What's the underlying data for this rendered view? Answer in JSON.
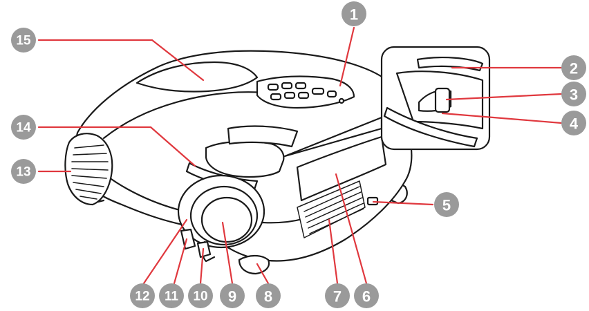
{
  "colors": {
    "callout_line": "#e0383e",
    "badge_fill": "#9a9a9a",
    "badge_text": "#ffffff",
    "outline": "#1a1a1a",
    "body_fill": "#ffffff",
    "accent_red": "#e0383e"
  },
  "callouts": [
    {
      "id": 1,
      "label": "1"
    },
    {
      "id": 2,
      "label": "2"
    },
    {
      "id": 3,
      "label": "3"
    },
    {
      "id": 4,
      "label": "4"
    },
    {
      "id": 5,
      "label": "5"
    },
    {
      "id": 6,
      "label": "6"
    },
    {
      "id": 7,
      "label": "7"
    },
    {
      "id": 8,
      "label": "8"
    },
    {
      "id": 9,
      "label": "9"
    },
    {
      "id": 10,
      "label": "10"
    },
    {
      "id": 11,
      "label": "11"
    },
    {
      "id": 12,
      "label": "12"
    },
    {
      "id": 13,
      "label": "13"
    },
    {
      "id": 14,
      "label": "14"
    },
    {
      "id": 15,
      "label": "15"
    }
  ]
}
